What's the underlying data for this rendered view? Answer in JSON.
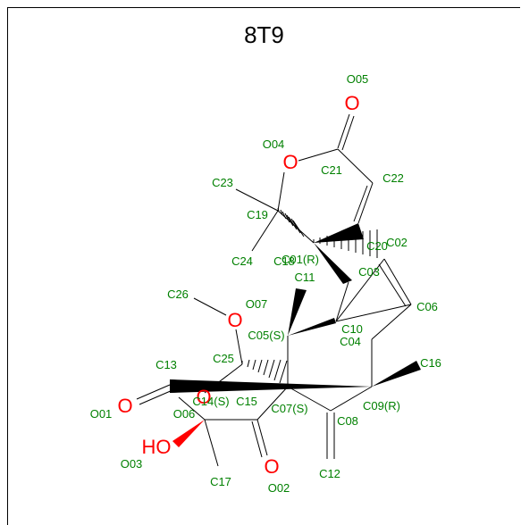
{
  "title": "8T9",
  "atom_labels": {
    "O05": "O05",
    "C21": "C21",
    "O04": "O04",
    "C22": "C22",
    "C23": "C23",
    "C19": "C19",
    "C20": "C20",
    "C02": "C02",
    "C24": "C24",
    "C18": "C18",
    "C01R": "C01(R)",
    "C03": "C03",
    "C11": "C11",
    "C26": "C26",
    "O07": "O07",
    "C06": "C06",
    "C10": "C10",
    "C05S": "C05(S)",
    "C04": "C04",
    "C13": "C13",
    "C25": "C25",
    "C16": "C16",
    "C14S": "C14(S)",
    "C15": "C15",
    "O01": "O01",
    "O06": "O06",
    "C07S": "C07(S)",
    "C09R": "C09(R)",
    "C08": "C08",
    "O03": "O03",
    "C17": "C17",
    "O02": "O02",
    "C12": "C12"
  },
  "heteroatoms": {
    "O05": "O",
    "O04": "O",
    "O07": "O",
    "O01": "O",
    "O06": "O",
    "O02": "O",
    "HO": "HO"
  },
  "colors": {
    "label": "#008000",
    "heteroatom": "#ff0000",
    "bond": "#000000"
  }
}
